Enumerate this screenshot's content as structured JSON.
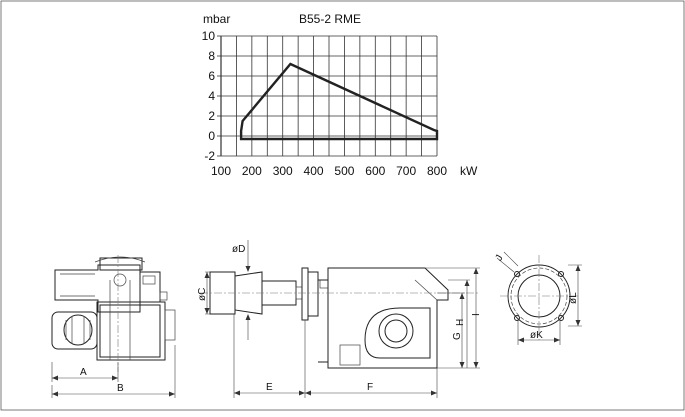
{
  "chart_data": {
    "type": "area",
    "title": "B55-2 RME",
    "ylabel": "mbar",
    "xlabel": "kW",
    "xlim": [
      100,
      800
    ],
    "ylim": [
      -2,
      10
    ],
    "x_ticks": [
      100,
      200,
      300,
      400,
      500,
      600,
      700,
      800
    ],
    "y_ticks": [
      -2,
      0,
      2,
      4,
      6,
      8,
      10
    ],
    "grid": true,
    "series": [
      {
        "x": [
          165,
          165,
          170,
          325,
          790,
          800,
          800,
          165
        ],
        "y": [
          -0.3,
          0.5,
          1.5,
          7.2,
          0.6,
          0.5,
          -0.3,
          -0.3
        ]
      }
    ]
  },
  "dimension_labels": {
    "a": "A",
    "b": "B",
    "c": "øC",
    "d": "øD",
    "e": "E",
    "f": "F",
    "g": "G",
    "h": "H",
    "i": "I",
    "j": "J",
    "k": "øK",
    "l": "øL"
  }
}
